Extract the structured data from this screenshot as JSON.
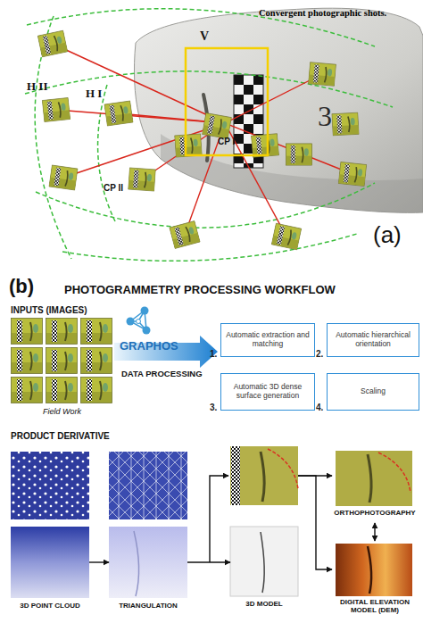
{
  "diagram": {
    "title": "PHOTOGRAMMETRY PROCESSING WORKFLOW",
    "nodes": [
      {
        "text": [
          "1.",
          "Automatic extraction and matching"
        ]
      },
      {
        "text": [
          "2.",
          "Automatic hierarchical orientation"
        ]
      },
      {
        "text": [
          "3.",
          "Automatic 3D dense surface generation"
        ]
      },
      {
        "text": [
          "4.",
          "Scaling"
        ]
      },
      {
        "text": [
          "3D POINT CLOUD"
        ]
      },
      {
        "text": [
          "TRIANGULATION"
        ]
      },
      {
        "text": [
          "3D MODEL"
        ]
      },
      {
        "text": [
          "ORTHOPHOTOGRAPHY"
        ]
      },
      {
        "text": [
          "DIGITAL ELEVATION MODEL (DEM)"
        ]
      }
    ],
    "edges": [
      {
        "from": 4,
        "to": 5,
        "arrow": "to"
      },
      {
        "from": 5,
        "to": 6,
        "arrow": "to"
      },
      {
        "from": 6,
        "to": 7,
        "arrow": "to"
      },
      {
        "from": 6,
        "to": 8,
        "arrow": "to"
      },
      {
        "from": 7,
        "to": 8,
        "arrow": "both"
      }
    ],
    "labels": [
      "Convergent photographic shots.",
      "V",
      "H II",
      "H I",
      "3",
      "CP I",
      "CP II",
      "(a)",
      "(b)",
      "INPUTS (IMAGES)",
      "Field Work",
      "GRAPHOS",
      "DATA PROCESSING",
      "PRODUCT DERIVATIVE"
    ]
  }
}
